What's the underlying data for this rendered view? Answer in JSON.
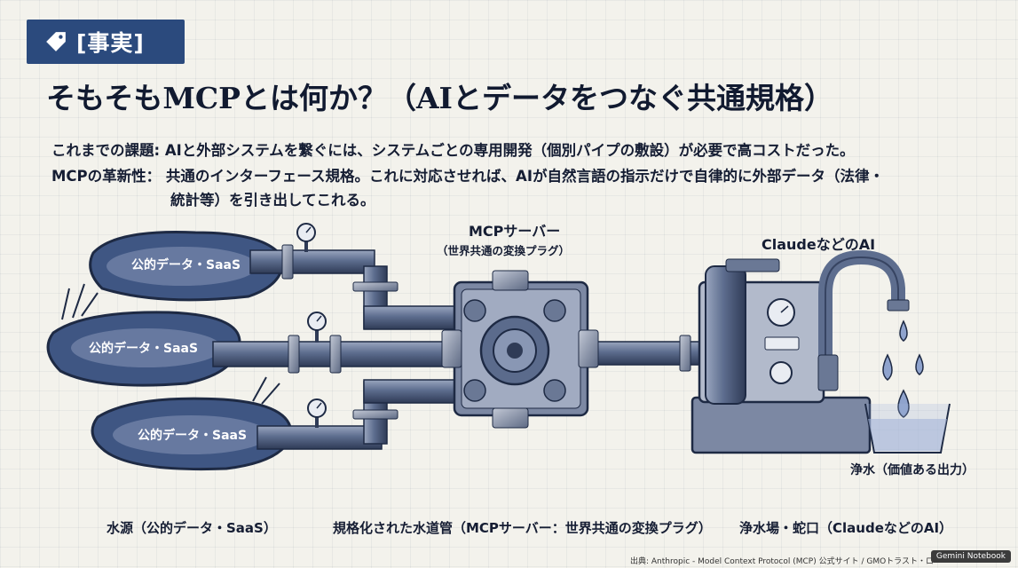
{
  "tag": {
    "label": "[事実]",
    "icon": "tag-icon"
  },
  "title": "そもそもMCPとは何か？（AIとデータをつなぐ共通規格）",
  "rows": {
    "r1_key": "これまでの課題:",
    "r1_val": "AIと外部システムを繋ぐには、システムごとの専用開発（個別パイプの敷設）が必要で高コストだった。",
    "r2_key": "MCPの革新性：",
    "r2_val": "共通のインターフェース規格。これに対応させれば、AIが自然言語の指示だけで自律的に外部データ（法律・",
    "r3_val": "統計等）を引き出してこれる。"
  },
  "diagram": {
    "pond_labels": [
      "公的データ・SaaS",
      "公的データ・SaaS",
      "公的データ・SaaS"
    ],
    "server_title": "MCPサーバー",
    "server_sub": "（世界共通の変換プラグ）",
    "ai_label": "ClaudeなどのAI",
    "output_label": "浄水（価値ある出力）"
  },
  "footer": {
    "left": "水源（公的データ・SaaS）",
    "middle": "規格化された水道管（MCPサーバー：世界共通の変換プラグ）",
    "right": "浄水場・蛇口（ClaudeなどのAI）"
  },
  "source": "出典: Anthropic - Model Context Protocol (MCP) 公式サイト / GMOトラスト・ロ",
  "badge": "Gemini Notebook",
  "colors": {
    "navy": "#2b4a7d",
    "pipe": "#5b6b8c",
    "pond": "#3f5683",
    "background": "#f3f2ec"
  }
}
